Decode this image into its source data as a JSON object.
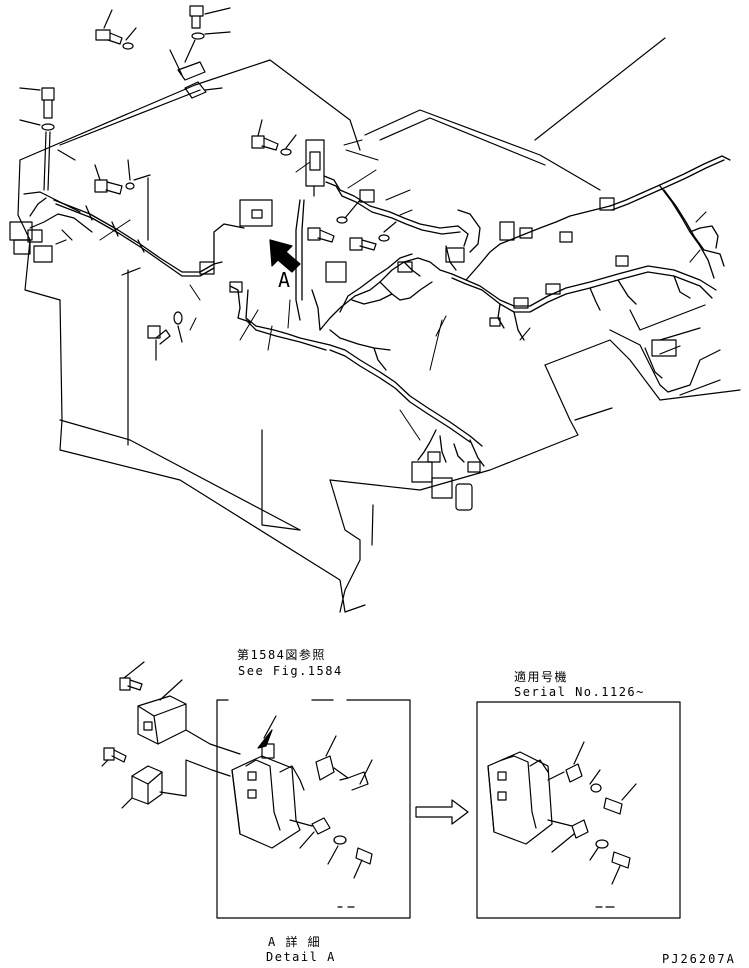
{
  "main_view": {
    "view_marker": "A"
  },
  "fig_reference": {
    "line_ja": "第1584図参照",
    "line_en": "See Fig.1584"
  },
  "serial_note": {
    "line_ja": "適用号機",
    "line_en": "Serial No.1126~"
  },
  "detail_caption": {
    "line_ja": "A 詳 細",
    "line_en": "Detail A"
  },
  "drawing_number": "PJ26207A"
}
